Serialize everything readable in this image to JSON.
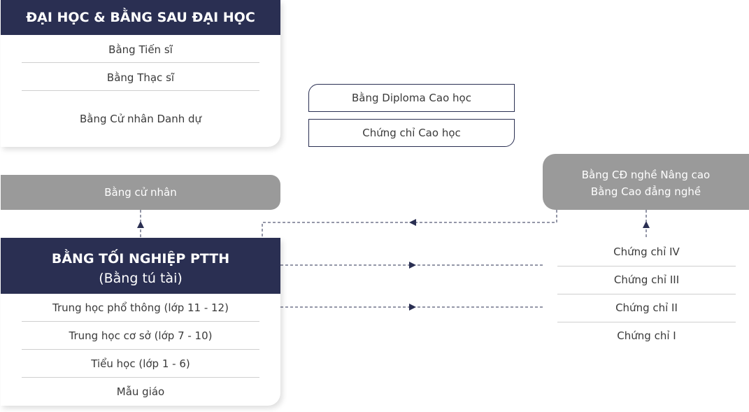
{
  "higher_ed": {
    "title": "ĐẠI HỌC & BẰNG SAU ĐẠI HỌC",
    "items": [
      "Bằng Tiến sĩ",
      "Bằng Thạc sĩ",
      "Bằng Cử nhân Danh dự"
    ]
  },
  "postgrad": {
    "diploma": "Bằng Diploma Cao học",
    "certificate": "Chứng chỉ Cao học"
  },
  "bachelor": {
    "label": "Bằng cử nhân"
  },
  "vocational_advanced": {
    "line1": "Bằng CĐ nghề Nâng cao",
    "line2": "Bằng Cao đẳng nghề"
  },
  "highschool": {
    "title_line1": "BẰNG TỐI NGHIỆP PTTH",
    "title_line2": "(Bằng tú tài)",
    "items": [
      "Trung học phổ thông (lớp 11 - 12)",
      "Trung học cơ sở (lớp 7 - 10)",
      "Tiểu học (lớp 1 - 6)",
      "Mẫu giáo"
    ]
  },
  "certificates": {
    "items": [
      "Chứng chỉ IV",
      "Chứng chỉ III",
      "Chứng chỉ II",
      "Chứng chỉ I"
    ]
  },
  "colors": {
    "navy": "#2a2f52",
    "gray": "#9a9a9a",
    "divider": "#cfcfcf"
  }
}
